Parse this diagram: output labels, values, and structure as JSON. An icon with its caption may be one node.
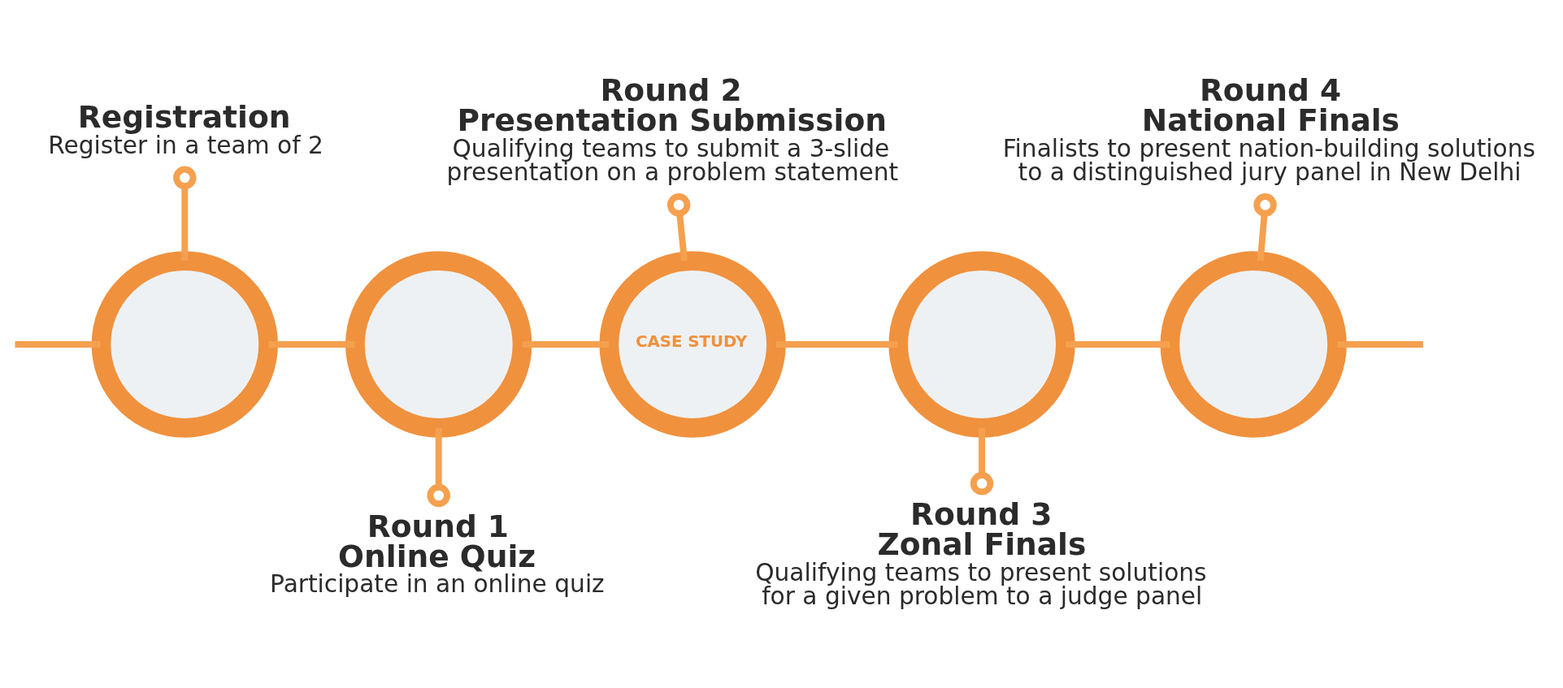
{
  "diagram": {
    "nodes": [
      {
        "text": [
          "Registration",
          "Register in a team of 2"
        ]
      },
      {
        "text": [],
        "shape": "circle"
      },
      {
        "text": [],
        "shape": "circle"
      },
      {
        "text": [
          "Round 1",
          "Online Quiz",
          "Participate in an online quiz"
        ]
      },
      {
        "text": [
          "Round 2",
          "Presentation Submission",
          "Qualifying teams to submit a 3-slide presentation on a problem statement"
        ]
      },
      {
        "text": [
          "CASE STUDY"
        ]
      },
      {
        "text": [],
        "shape": "circle"
      },
      {
        "text": [
          "Round 3",
          "Zonal Finals",
          "Qualifying teams to present solutions for a given problem to a judge panel"
        ]
      },
      {
        "text": [
          "Round 4",
          "National Finals",
          "Finalists to present nation-building solutions to a distinguished jury panel in New Delhi"
        ]
      },
      {
        "text": [],
        "shape": "circle"
      }
    ],
    "edges": [
      {
        "from": null,
        "to": 1,
        "arrow": "none"
      },
      {
        "from": 1,
        "to": 0,
        "arrow": "other"
      },
      {
        "from": 1,
        "to": 2,
        "arrow": "none"
      },
      {
        "from": 2,
        "to": 3,
        "arrow": "other"
      },
      {
        "from": 2,
        "to": 5,
        "arrow": "none"
      },
      {
        "from": 5,
        "to": 4,
        "arrow": "other"
      },
      {
        "from": 5,
        "to": 6,
        "arrow": "none"
      },
      {
        "from": 6,
        "to": 7,
        "arrow": "other"
      },
      {
        "from": 6,
        "to": 9,
        "arrow": "none"
      },
      {
        "from": 9,
        "to": 8,
        "arrow": "other"
      },
      {
        "from": 9,
        "to": null,
        "arrow": "none"
      }
    ]
  }
}
